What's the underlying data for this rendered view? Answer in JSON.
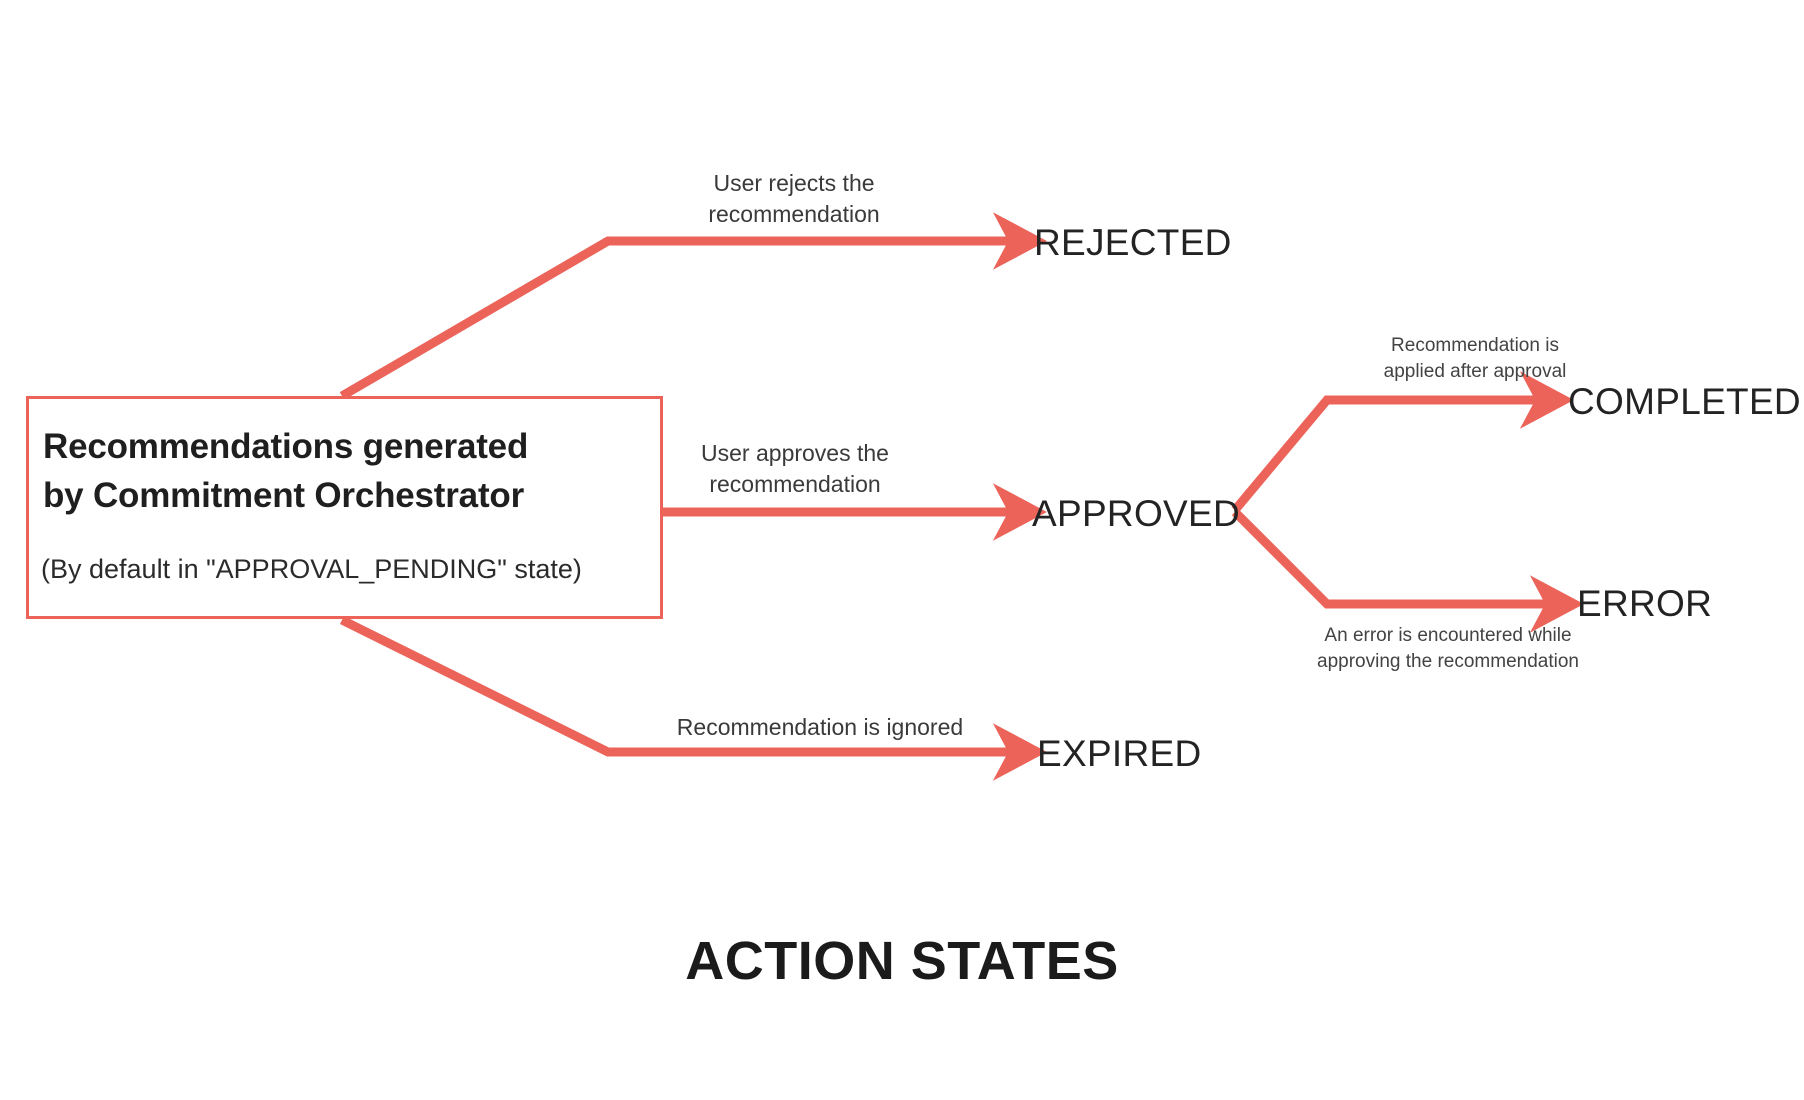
{
  "diagram": {
    "title": "ACTION STATES",
    "accent_color": "#EC6359",
    "text_color": "#232323",
    "source_node": {
      "title_line1": "Recommendations generated",
      "title_line2": "by Commitment Orchestrator",
      "subtitle": "(By default in \"APPROVAL_PENDING\" state)"
    },
    "states": {
      "rejected": "REJECTED",
      "approved": "APPROVED",
      "expired": "EXPIRED",
      "completed": "COMPLETED",
      "error": "ERROR"
    },
    "transitions": {
      "to_rejected": {
        "line1": "User rejects the",
        "line2": "recommendation"
      },
      "to_approved": {
        "line1": "User approves the",
        "line2": "recommendation"
      },
      "to_expired": {
        "line1": "Recommendation is ignored"
      },
      "to_completed": {
        "line1": "Recommendation is",
        "line2": "applied after approval"
      },
      "to_error": {
        "line1": "An error is encountered while",
        "line2": "approving the recommendation"
      }
    }
  }
}
